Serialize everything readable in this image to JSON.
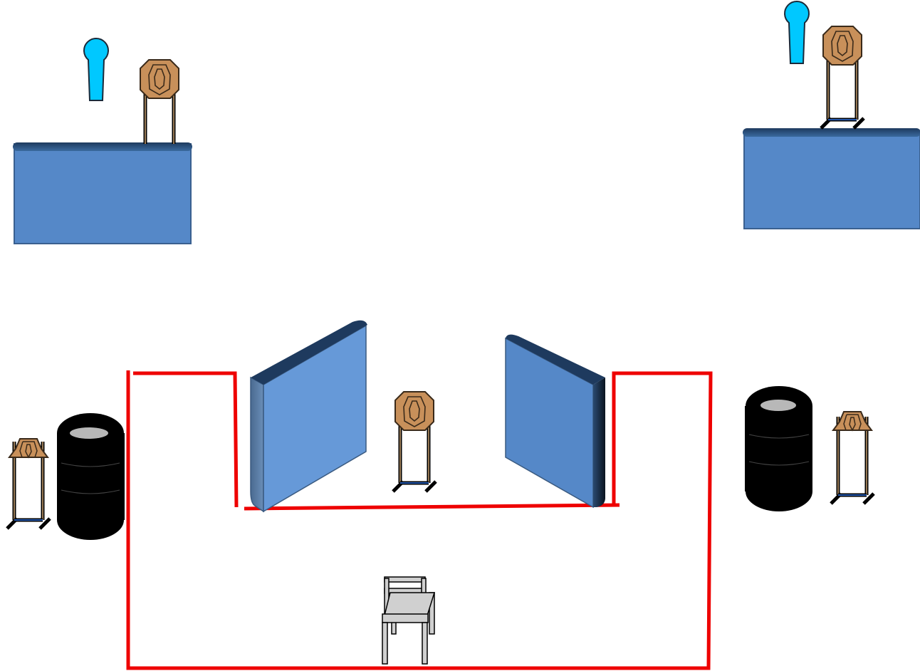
{
  "diagram": {
    "kind": "shooting-stage-layout",
    "colors": {
      "background": "#ffffff",
      "barrier_fill": "#5588c8",
      "barrier_fill_light": "#6699d8",
      "barrier_edge": "#2a4a70",
      "fault_line": "#ee0000",
      "target_fill": "#c8905a",
      "target_stroke": "#3a2a1a",
      "no_shoot_fill": "#00c8ff",
      "tire_fill": "#000000",
      "tire_hole": "#b8b8b8",
      "stand_base": "#2255aa",
      "chair_fill": "#d0d0d0"
    },
    "elements": [
      {
        "name": "barrier-top-left",
        "type": "barrier"
      },
      {
        "name": "barrier-top-right",
        "type": "barrier"
      },
      {
        "name": "wall-left-angled",
        "type": "barrier"
      },
      {
        "name": "wall-right-angled",
        "type": "barrier"
      },
      {
        "name": "no-shoot-top-left",
        "type": "no-shoot"
      },
      {
        "name": "no-shoot-top-right",
        "type": "no-shoot"
      },
      {
        "name": "target-top-left",
        "type": "steel-target"
      },
      {
        "name": "target-top-right",
        "type": "steel-target"
      },
      {
        "name": "target-center",
        "type": "steel-target"
      },
      {
        "name": "target-far-left",
        "type": "steel-target"
      },
      {
        "name": "target-far-right",
        "type": "steel-target"
      },
      {
        "name": "tire-stack-left",
        "type": "tire-stack"
      },
      {
        "name": "tire-stack-right",
        "type": "tire-stack"
      },
      {
        "name": "chair-start-position",
        "type": "chair"
      },
      {
        "name": "shooting-area-boundary",
        "type": "fault-line"
      }
    ]
  }
}
